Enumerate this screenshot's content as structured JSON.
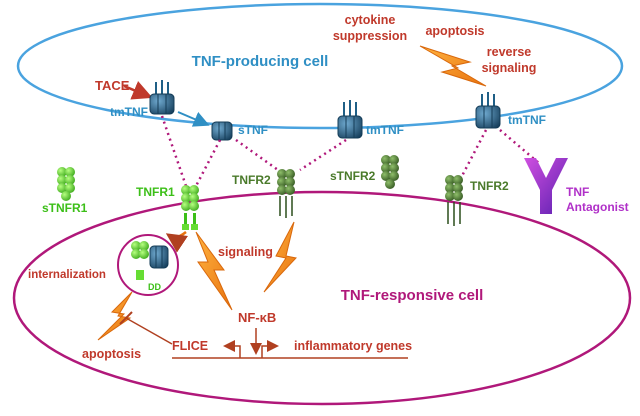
{
  "cells": {
    "producing_cell": "TNF-producing cell",
    "responsive_cell": "TNF-responsive cell"
  },
  "labels": {
    "cytokine_suppression": [
      "cytokine",
      "suppression"
    ],
    "apoptosis_top": "apoptosis",
    "reverse_signaling": [
      "reverse",
      "signaling"
    ],
    "tace": "TACE",
    "tmtnf_1": "tmTNF",
    "stnf": "sTNF",
    "tmtnf_2": "tmTNF",
    "tmtnf_3": "tmTNF",
    "tnfr1": "TNFR1",
    "tnfr2_a": "TNFR2",
    "stnfr2": "sTNFR2",
    "tnfr2_b": "TNFR2",
    "stnfr1": "sTNFR1",
    "tnf_antagonist": [
      "TNF",
      "Antagonist"
    ],
    "internalization": "internalization",
    "dd": "DD",
    "signaling": "signaling",
    "nfkb": "NF-κB",
    "flice": "FLICE",
    "apoptosis_bottom": "apoptosis",
    "inflammatory_genes": "inflammatory genes"
  },
  "colors": {
    "producing_cell_outline": "#4aa3df",
    "responsive_cell_outline": "#b0187a",
    "cell_label_blue": "#2f8fc4",
    "cell_label_magenta": "#b0187a",
    "text_red": "#c0392b",
    "text_orange_red": "#c0392b",
    "tnf_blue": "#1f5f86",
    "tnfr1_green": "#66dd33",
    "tnfr2_green": "#3a6b25",
    "antagonist_purple": "#b030c8",
    "dotted_link": "#b0187a",
    "bolt_orange": "#f28a1a"
  },
  "icons": {
    "bolt": "lightning-bolt-icon",
    "trimer": "tnf-trimer-icon",
    "receptor": "receptor-chain-icon",
    "antagonist": "y-antagonist-icon"
  }
}
